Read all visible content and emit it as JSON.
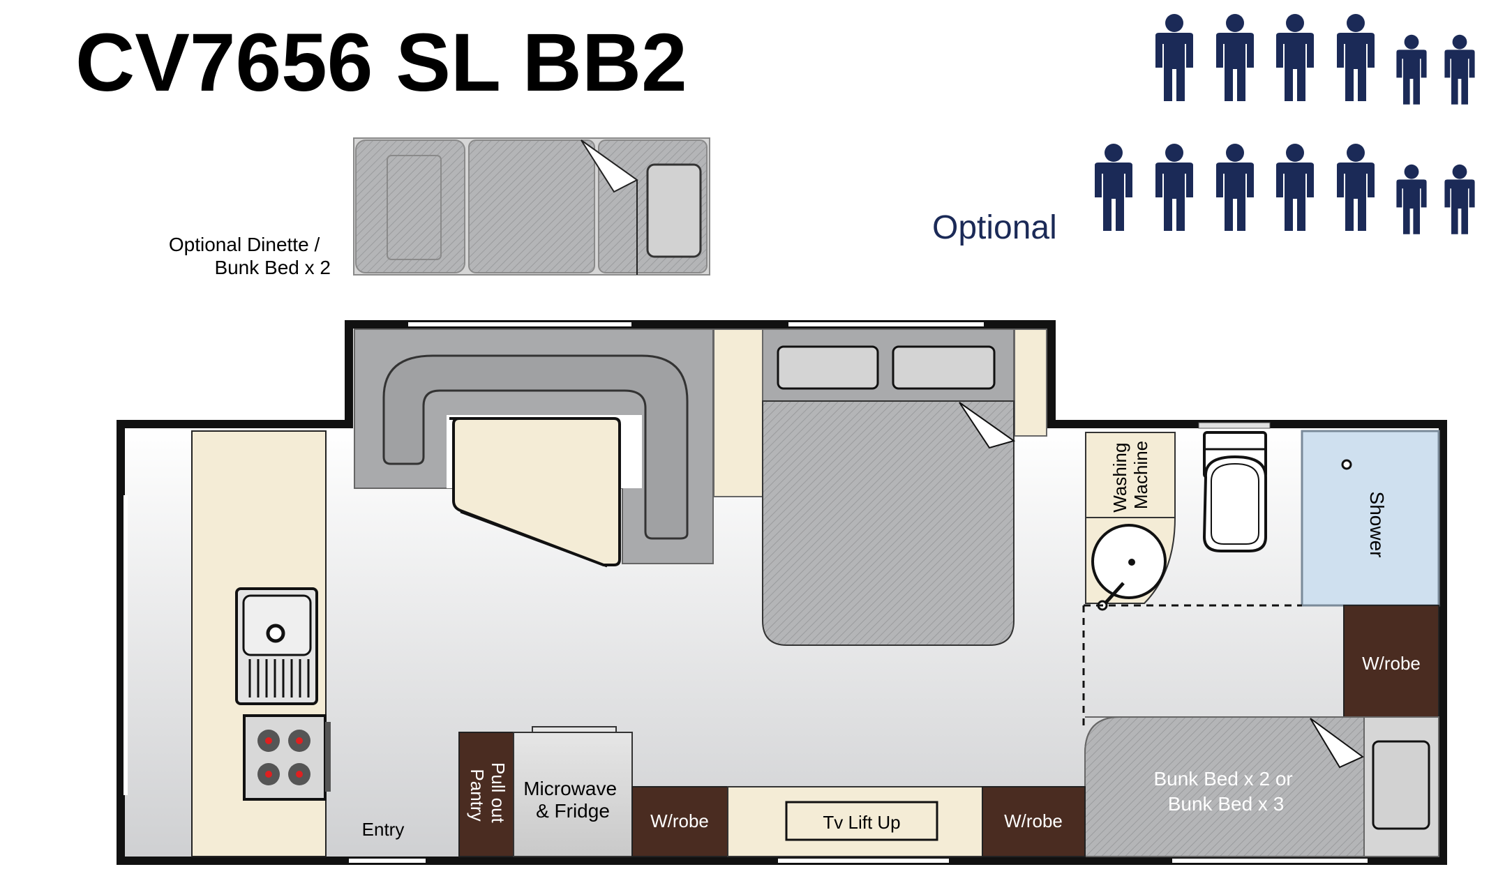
{
  "title": "CV7656 SL BB2",
  "optional_dinette_label": [
    "Optional Dinette /",
    "Bunk Bed x 2"
  ],
  "occupancy": {
    "standard": {
      "adults": 4,
      "children": 2
    },
    "optional": {
      "label": "Optional",
      "adults": 5,
      "children": 2
    },
    "icon": "person-icon"
  },
  "rooms": {
    "washing_machine": [
      "Washing",
      "Machine"
    ],
    "shower": "Shower",
    "wardrobe_rear": "W/robe",
    "bunk_bed": [
      "Bunk Bed x 2 or",
      "Bunk Bed x 3"
    ],
    "pull_out_pantry": [
      "Pull out",
      "Pantry"
    ],
    "microwave_fridge": [
      "Microwave",
      "& Fridge"
    ],
    "wardrobe_left": "W/robe",
    "tv_lift": "Tv Lift Up",
    "wardrobe_right": "W/robe",
    "entry": "Entry"
  },
  "colors": {
    "icon_navy": "#1b2a57",
    "wall": "#111111",
    "cream": "#f4ecd6",
    "seat_grey": "#a9aaac",
    "bed_grey": "#b4b5b7",
    "wood": "#4a2c21",
    "shower_blue": "#cfe0ef",
    "optional_text": "#1b2a57"
  }
}
